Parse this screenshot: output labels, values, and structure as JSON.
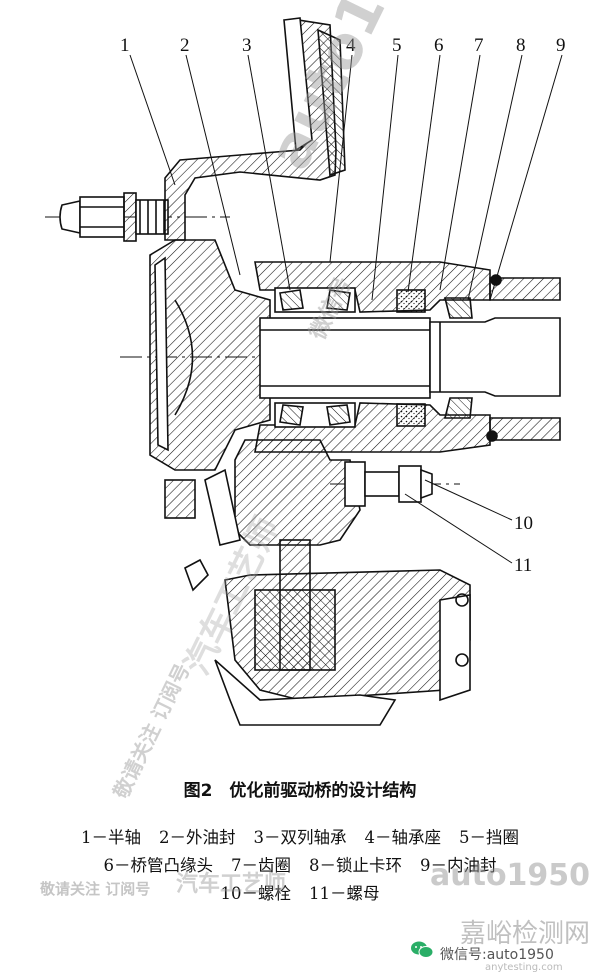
{
  "callouts": [
    "1",
    "2",
    "3",
    "4",
    "5",
    "6",
    "7",
    "8",
    "9",
    "10",
    "11"
  ],
  "caption": "图2　优化前驱动桥的设计结构",
  "legend": [
    [
      "1－半轴",
      "2－外油封",
      "3－双列轴承",
      "4－轴承座",
      "5－挡圈"
    ],
    [
      "6－桥管凸缘头",
      "7－齿圈",
      "8－锁止卡环",
      "9－内油封"
    ],
    [
      "10－螺栓",
      "11－螺母"
    ]
  ],
  "watermarks": {
    "main": "auto1950",
    "main_cn": "微信号",
    "side": "敬请关注 订阅号",
    "side_cn": "汽车工艺师",
    "bottom_left": "敬请关注 订阅号",
    "bottom_mid": "汽车工艺师",
    "bottom_right": "auto1950"
  },
  "badge": {
    "site": "嘉峪检测网",
    "wechat": "微信号:auto1950",
    "url": "anytesting.com"
  },
  "colors": {
    "ink": "#111111",
    "watermark": "#969696",
    "wechat_green": "#2aae67"
  }
}
